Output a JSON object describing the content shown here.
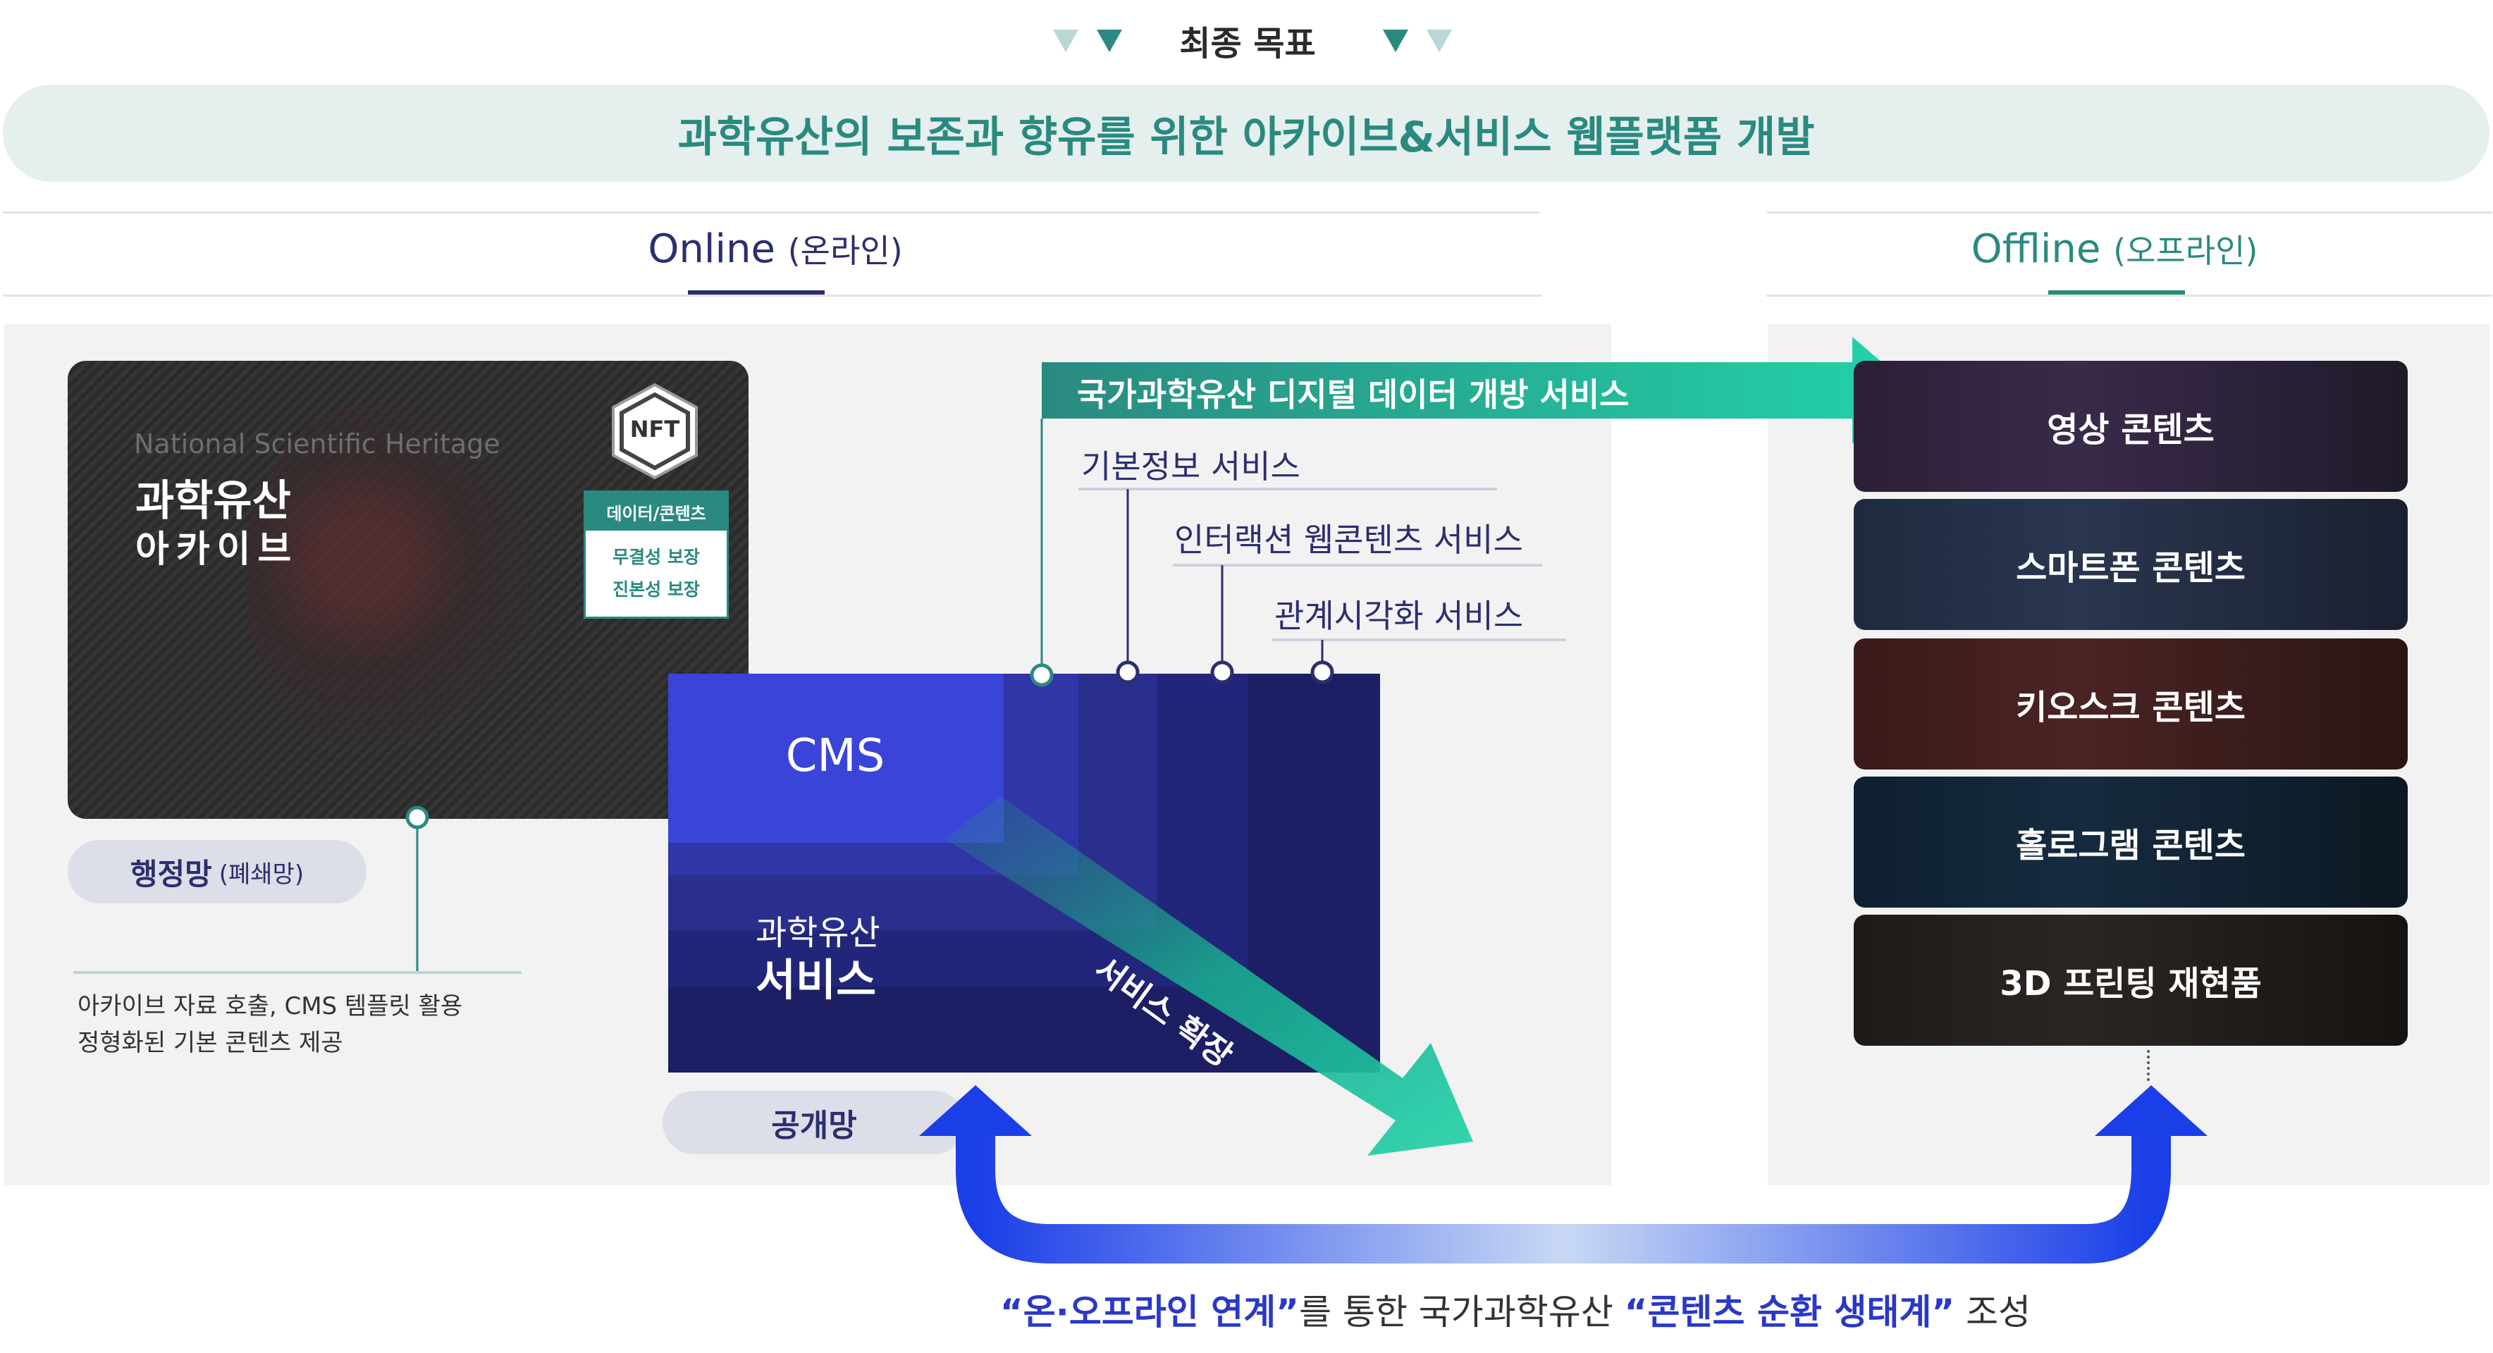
{
  "header": {
    "goal_title": "최종 목표",
    "goal_text": "과학유산의 보존과 향유를 위한 아카이브&서비스 웹플랫폼 개발"
  },
  "online": {
    "title_en": "Online",
    "title_ko": "(온라인)"
  },
  "offline": {
    "title_en": "Offline",
    "title_ko": "(오프라인)"
  },
  "archive": {
    "en_title": "National Scientific Heritage",
    "title": "과학유산",
    "subtitle": "아카이브",
    "nft_label": "NFT",
    "box_head": "데이터/콘텐츠",
    "box_items": [
      "무결성 보장",
      "진본성 보장"
    ]
  },
  "admin_pill": {
    "main": "행정망",
    "sub": "(폐쇄망)"
  },
  "admin_desc": [
    "아카이브 자료 호출, CMS 템플릿 활용",
    "정형화된 기본 콘텐츠 제공"
  ],
  "public_pill": "공개망",
  "cms": {
    "label": "CMS",
    "svc_line1": "과학유산",
    "svc_line2": "서비스"
  },
  "services": {
    "open_service": "국가과학유산 디지털 데이터 개방 서비스",
    "items": [
      "기본정보 서비스",
      "인터랙션 웹콘텐츠 서비스",
      "관계시각화 서비스"
    ],
    "expand": "서비스 확장"
  },
  "offline_cards": [
    "영상 콘텐츠",
    "스마트폰 콘텐츠",
    "키오스크 콘텐츠",
    "홀로그램 콘텐츠",
    "3D 프린팅 재현품"
  ],
  "bottom": {
    "q1": "“온·오프라인 연계”",
    "mid": "를 통한 국가과학유산 ",
    "q2": "“콘텐츠 순환 생태계”",
    "end": " 조성"
  },
  "colors": {
    "teal": "#2a8a80",
    "navy": "#2b2f6e",
    "blue": "#2a38c8"
  }
}
